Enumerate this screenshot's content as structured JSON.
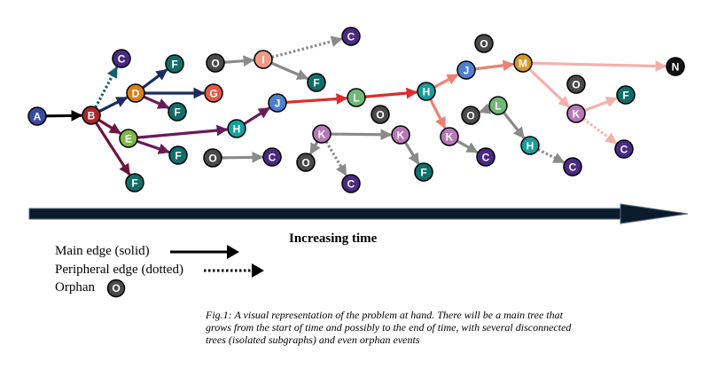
{
  "time_axis": {
    "label": "Increasing time"
  },
  "legend": {
    "main_edge": "Main edge (solid)",
    "peripheral_edge": "Peripheral edge (dotted)",
    "orphan": "Orphan",
    "orphan_symbol": "O"
  },
  "caption": "Fig.1: A visual representation of the problem at hand. There will be a main tree that grows from the start of time and possibly to the end of time, with several disconnected trees (isolated subgraphs) and even orphan events",
  "colors": {
    "A": "#3a4a9e",
    "B": "#a8262a",
    "C": "#4a2b84",
    "D": "#d9801e",
    "E": "#7fb843",
    "F": "#0f6e6a",
    "G": "#e6594a",
    "H": "#169e9e",
    "I": "#ef9a86",
    "J": "#4e7fce",
    "K": "#b877b8",
    "L": "#6cba76",
    "M": "#d9962c",
    "N": "#111111",
    "O": "#4a4a4a",
    "edge_black": "#000000",
    "edge_navy": "#1a2b60",
    "edge_maroon": "#6b1440",
    "edge_purple": "#6a1a5a",
    "edge_teal": "#1a5f66",
    "edge_gray": "#8a8a8a",
    "edge_red": "#dd2c2c",
    "edge_salmon": "#ef8070",
    "edge_pink": "#f4b0ac"
  },
  "nodes": [
    {
      "id": "A",
      "label": "A"
    },
    {
      "id": "B",
      "label": "B"
    },
    {
      "id": "C1",
      "label": "C"
    },
    {
      "id": "D",
      "label": "D"
    },
    {
      "id": "F1",
      "label": "F"
    },
    {
      "id": "G",
      "label": "G"
    },
    {
      "id": "F2",
      "label": "F"
    },
    {
      "id": "E",
      "label": "E"
    },
    {
      "id": "F3",
      "label": "F"
    },
    {
      "id": "F4",
      "label": "F"
    },
    {
      "id": "H1",
      "label": "H"
    },
    {
      "id": "O1",
      "label": "O"
    },
    {
      "id": "I",
      "label": "I"
    },
    {
      "id": "C2",
      "label": "C"
    },
    {
      "id": "F5",
      "label": "F"
    },
    {
      "id": "J1",
      "label": "J"
    },
    {
      "id": "O2",
      "label": "O"
    },
    {
      "id": "C3",
      "label": "C"
    },
    {
      "id": "K1",
      "label": "K"
    },
    {
      "id": "O3",
      "label": "O"
    },
    {
      "id": "C4",
      "label": "C"
    },
    {
      "id": "O4",
      "label": "O"
    },
    {
      "id": "K2",
      "label": "K"
    },
    {
      "id": "F6",
      "label": "F"
    },
    {
      "id": "L1",
      "label": "L"
    },
    {
      "id": "H2",
      "label": "H"
    },
    {
      "id": "K3",
      "label": "K"
    },
    {
      "id": "C5",
      "label": "C"
    },
    {
      "id": "J2",
      "label": "J"
    },
    {
      "id": "O5",
      "label": "O"
    },
    {
      "id": "M",
      "label": "M"
    },
    {
      "id": "N",
      "label": "N"
    },
    {
      "id": "O6",
      "label": "O"
    },
    {
      "id": "L2",
      "label": "L"
    },
    {
      "id": "H3",
      "label": "H"
    },
    {
      "id": "C6",
      "label": "C"
    },
    {
      "id": "O7",
      "label": "O"
    },
    {
      "id": "K4",
      "label": "K"
    },
    {
      "id": "F7",
      "label": "F"
    },
    {
      "id": "C7",
      "label": "C"
    }
  ],
  "edges": [
    {
      "from": "A",
      "to": "B",
      "style": "solid",
      "color": "edge_black"
    },
    {
      "from": "B",
      "to": "C1",
      "style": "dotted",
      "color": "edge_teal"
    },
    {
      "from": "B",
      "to": "D",
      "style": "solid",
      "color": "edge_navy"
    },
    {
      "from": "B",
      "to": "E",
      "style": "solid",
      "color": "edge_maroon"
    },
    {
      "from": "B",
      "to": "F4",
      "style": "solid",
      "color": "edge_maroon"
    },
    {
      "from": "D",
      "to": "F1",
      "style": "solid",
      "color": "edge_navy"
    },
    {
      "from": "D",
      "to": "G",
      "style": "solid",
      "color": "edge_navy"
    },
    {
      "from": "D",
      "to": "F2",
      "style": "solid",
      "color": "edge_purple"
    },
    {
      "from": "E",
      "to": "F3",
      "style": "solid",
      "color": "edge_purple"
    },
    {
      "from": "E",
      "to": "H1",
      "style": "solid",
      "color": "edge_purple"
    },
    {
      "from": "H1",
      "to": "J1",
      "style": "solid",
      "color": "edge_purple"
    },
    {
      "from": "O1",
      "to": "I",
      "style": "solid",
      "color": "edge_gray"
    },
    {
      "from": "I",
      "to": "C2",
      "style": "dotted",
      "color": "edge_gray"
    },
    {
      "from": "I",
      "to": "F5",
      "style": "solid",
      "color": "edge_gray"
    },
    {
      "from": "O2",
      "to": "C3",
      "style": "solid",
      "color": "edge_gray"
    },
    {
      "from": "J1",
      "to": "L1",
      "style": "solid",
      "color": "edge_red"
    },
    {
      "from": "L1",
      "to": "H2",
      "style": "solid",
      "color": "edge_red"
    },
    {
      "from": "H2",
      "to": "J2",
      "style": "solid",
      "color": "edge_salmon"
    },
    {
      "from": "H2",
      "to": "K3",
      "style": "solid",
      "color": "edge_salmon"
    },
    {
      "from": "J2",
      "to": "M",
      "style": "solid",
      "color": "edge_salmon"
    },
    {
      "from": "M",
      "to": "N",
      "style": "solid",
      "color": "edge_pink"
    },
    {
      "from": "M",
      "to": "K4",
      "style": "solid",
      "color": "edge_pink"
    },
    {
      "from": "K4",
      "to": "F7",
      "style": "solid",
      "color": "edge_pink"
    },
    {
      "from": "K4",
      "to": "C7",
      "style": "dotted",
      "color": "edge_pink"
    },
    {
      "from": "K1",
      "to": "K2",
      "style": "solid",
      "color": "edge_gray"
    },
    {
      "from": "K1",
      "to": "O3",
      "style": "solid",
      "color": "edge_gray"
    },
    {
      "from": "K1",
      "to": "C4",
      "style": "dotted",
      "color": "edge_gray"
    },
    {
      "from": "K2",
      "to": "F6",
      "style": "solid",
      "color": "edge_gray"
    },
    {
      "from": "K3",
      "to": "C5",
      "style": "solid",
      "color": "edge_gray"
    },
    {
      "from": "L2",
      "to": "O6",
      "style": "solid",
      "color": "edge_gray"
    },
    {
      "from": "L2",
      "to": "H3",
      "style": "solid",
      "color": "edge_gray"
    },
    {
      "from": "H3",
      "to": "C6",
      "style": "dotted",
      "color": "edge_gray"
    }
  ]
}
